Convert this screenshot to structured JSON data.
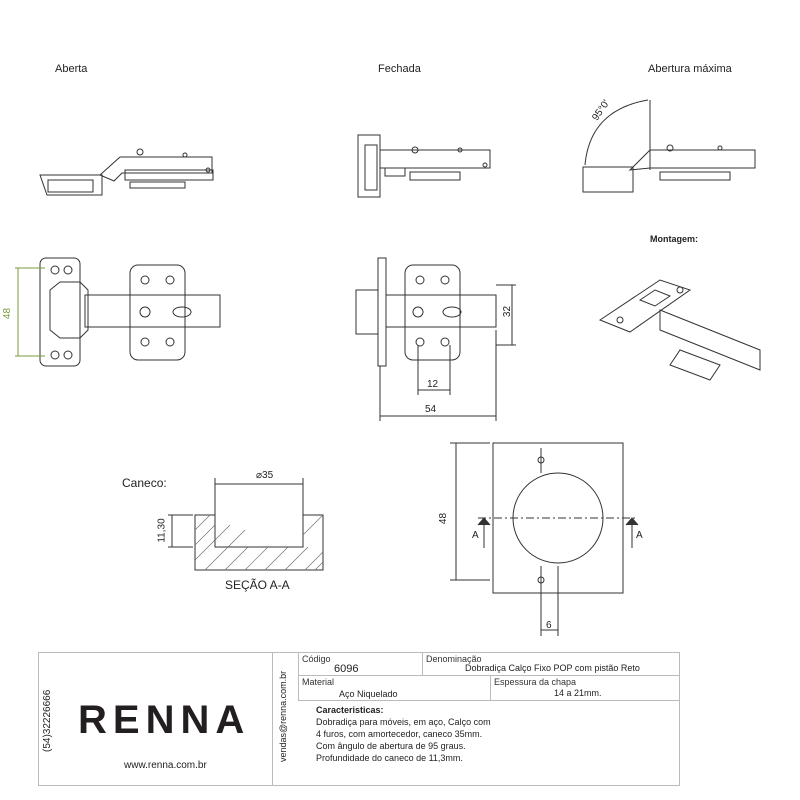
{
  "views": {
    "open": "Aberta",
    "closed": "Fechada",
    "max_opening": "Abertura máxima",
    "angle": "95°0'",
    "mounting": "Montagem:"
  },
  "dimensions": {
    "height_48": "48",
    "height_32": "32",
    "width_12": "12",
    "width_54": "54",
    "diameter": "⌀35",
    "depth": "11,30",
    "cup_height": "48",
    "offset_6": "6",
    "section_mark": "A"
  },
  "cup": {
    "label": "Caneco:",
    "section": "SEÇÃO A-A"
  },
  "title_block": {
    "brand": "RENNA",
    "phone": "(54)32226666",
    "website": "www.renna.com.br",
    "email": "vendas@renna.com.br",
    "code_label": "Código",
    "code": "6096",
    "name_label": "Denominação",
    "name": "Dobradiça Calço Fixo  POP com pistão Reto",
    "material_label": "Material",
    "material": "Aço Niquelado",
    "thickness_label": "Espessura da chapa",
    "thickness": "14 a 21mm.",
    "features_label": "Caracteristicas:",
    "features": [
      "Dobradiça para móveis, em aço, Calço com",
      "4 furos, com amortecedor, caneco 35mm.",
      "Com ângulo de abertura de 95 graus.",
      "Profundidade do caneco de 11,3mm."
    ]
  }
}
